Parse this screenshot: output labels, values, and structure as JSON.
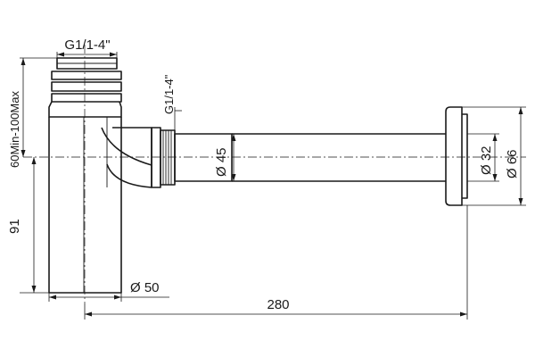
{
  "drawing": {
    "labels": {
      "thread_top": "G1/1-4\"",
      "thread_inlet": "G1/1-4\"",
      "height_range": "60Min-100Max",
      "height_91": "91",
      "dia_50": "Ø 50",
      "dia_45": "Ø 45",
      "dia_32": "Ø 32",
      "dia_66": "Ø 66",
      "length_280": "280"
    },
    "colors": {
      "line": "#1a1a1a",
      "background": "#ffffff"
    }
  }
}
